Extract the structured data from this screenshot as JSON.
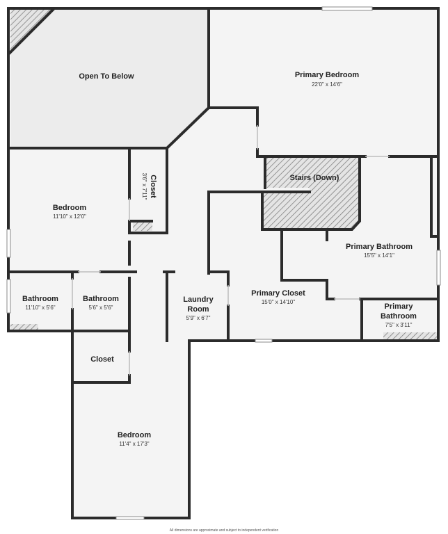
{
  "colors": {
    "wall": "#2b2b2b",
    "floor": "#f2f2f2",
    "open_to_below": "#ececec",
    "hatch": "#8a8a8a",
    "window": "#cfcfcf",
    "background": "#ffffff"
  },
  "rooms": {
    "open_to_below": {
      "name": "Open To Below"
    },
    "primary_bedroom": {
      "name": "Primary Bedroom",
      "dims": "22'0\" x 14'6\""
    },
    "closet_small": {
      "name": "Closet",
      "dims": "3'6\" x 7'11\""
    },
    "bedroom_1": {
      "name": "Bedroom",
      "dims": "11'10\" x 12'0\""
    },
    "stairs": {
      "name": "Stairs (Down)"
    },
    "primary_bathroom": {
      "name": "Primary Bathroom",
      "dims": "15'5\" x 14'1\""
    },
    "bathroom_1": {
      "name": "Bathroom",
      "dims": "11'10\" x 5'6\""
    },
    "bathroom_2": {
      "name": "Bathroom",
      "dims": "5'6\" x 5'6\""
    },
    "laundry": {
      "name_line1": "Laundry",
      "name_line2": "Room",
      "dims": "5'9\" x 6'7\""
    },
    "primary_closet": {
      "name": "Primary Closet",
      "dims": "15'0\" x 14'10\""
    },
    "primary_bathroom_small": {
      "name_line1": "Primary",
      "name_line2": "Bathroom",
      "dims": "7'5\" x 3'11\""
    },
    "closet_hall": {
      "name": "Closet"
    },
    "bedroom_2": {
      "name": "Bedroom",
      "dims": "11'4\" x 17'3\""
    }
  },
  "disclaimer": "All dimensions are approximate and subject to independent verification"
}
